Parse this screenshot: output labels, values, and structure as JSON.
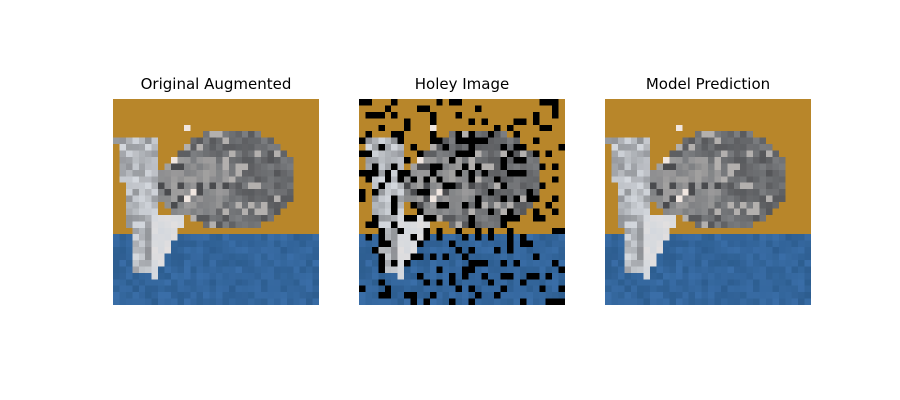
{
  "figure": {
    "panels": [
      {
        "id": "original",
        "title": "Original Augmented",
        "mask": false
      },
      {
        "id": "holey",
        "title": "Holey Image",
        "mask": true
      },
      {
        "id": "prediction",
        "title": "Model Prediction",
        "mask": false
      }
    ]
  },
  "grid_cells": 32,
  "hole_fraction": 0.22,
  "colors": {
    "background": "#b8862a",
    "cloth": "#3a6ea8",
    "cloth_dark": "#24527f",
    "fur": "#7d7f82",
    "fur_dark": "#4a4b4e",
    "fur_light": "#b3b0ae",
    "paper": "#d4d8de",
    "highlight": "#f0e6e0",
    "hole": "#000000"
  }
}
